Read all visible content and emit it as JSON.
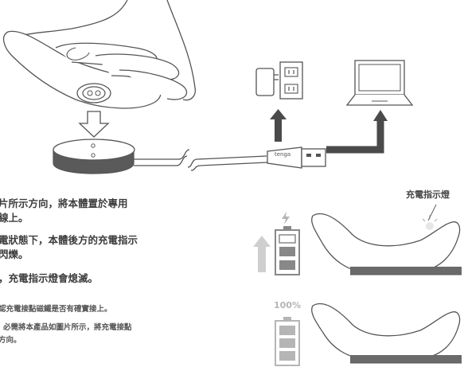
{
  "instructions": {
    "step1_line1": "片所示方向，將本體置於專用",
    "step1_line2": "線上。",
    "step2_line1": "電狀態下，本體後方的充電指示",
    "step2_line2": "閃爍。",
    "step3_line1": "，充電指示燈會熄滅。"
  },
  "notes": {
    "line1": "認充電接點磁鐵是否有確實接上。",
    "line2": "必需將本產品如圖片所示，將充電接點",
    "line3": "方向。"
  },
  "diagram": {
    "indicator_label": "充電指示燈",
    "full_charge_label": "100%",
    "usb_brand": "tenga"
  },
  "colors": {
    "line": "#555555",
    "dark_arrow": "#4a4a4a",
    "light_arrow": "#cfcfcf",
    "battery": "#888888"
  }
}
